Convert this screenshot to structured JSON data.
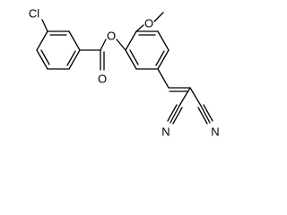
{
  "structure": {
    "atom_labels": {
      "chlorine": "Cl",
      "carbonyl_oxygen": "O",
      "ester_oxygen": "O",
      "methoxy_oxygen": "O",
      "nitrile_nitrogen_left": "N",
      "nitrile_nitrogen_right": "N"
    },
    "colors": {
      "bond": "#000000",
      "label": "#000000",
      "background": "#ffffff"
    }
  }
}
